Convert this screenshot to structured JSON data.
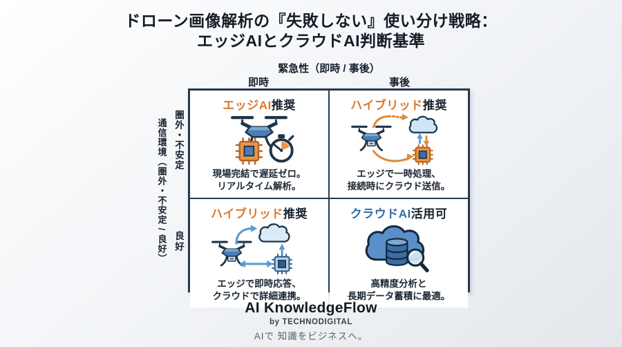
{
  "title": {
    "line1": "ドローン画像解析の『失敗しない』使い分け戦略：",
    "line2": "エッジAIとクラウドAI判断基準"
  },
  "axes": {
    "top_title": "緊急性（即時 / 事後）",
    "column_left": "即時",
    "column_right": "事後",
    "left_title": "通信環境（圏外・不安定 / 良好）",
    "row_top": "圏外・不安定",
    "row_bottom": "良好"
  },
  "quadrants": {
    "top_left": {
      "title_highlight": "エッジAI",
      "title_rest": "推奨",
      "icon": "drone-chip-stopwatch",
      "caption_line1": "現場完結で遅延ゼロ。",
      "caption_line2": "リアルタイム解析。"
    },
    "top_right": {
      "title_highlight": "ハイブリッド",
      "title_rest": "推奨",
      "icon": "drone-cloud-chip-orange-arrows",
      "caption_line1": "エッジで一時処理、",
      "caption_line2": "接続時にクラウド送信。"
    },
    "bottom_left": {
      "title_highlight": "ハイブリッド",
      "title_rest": "推奨",
      "icon": "drone-cloud-chip-blue-arrows",
      "caption_line1": "エッジで即時応答、",
      "caption_line2": "クラウドで詳細連携。"
    },
    "bottom_right": {
      "title_highlight": "クラウドAI",
      "title_rest": "活用可",
      "icon": "cloud-database-magnifier",
      "caption_line1": "高精度分析と",
      "caption_line2": "長期データ蓄積に最適。"
    }
  },
  "footer": {
    "brand": "AI KnowledgeFlow",
    "byline": "by TECHNODIGITAL",
    "tagline": "AIで 知識をビジネスへ。"
  },
  "colors": {
    "accent_orange": "#d9792f",
    "accent_blue": "#2e6da4",
    "ink": "#16202c",
    "matrix_border": "#24394e",
    "cell_background": "#ffffff"
  }
}
